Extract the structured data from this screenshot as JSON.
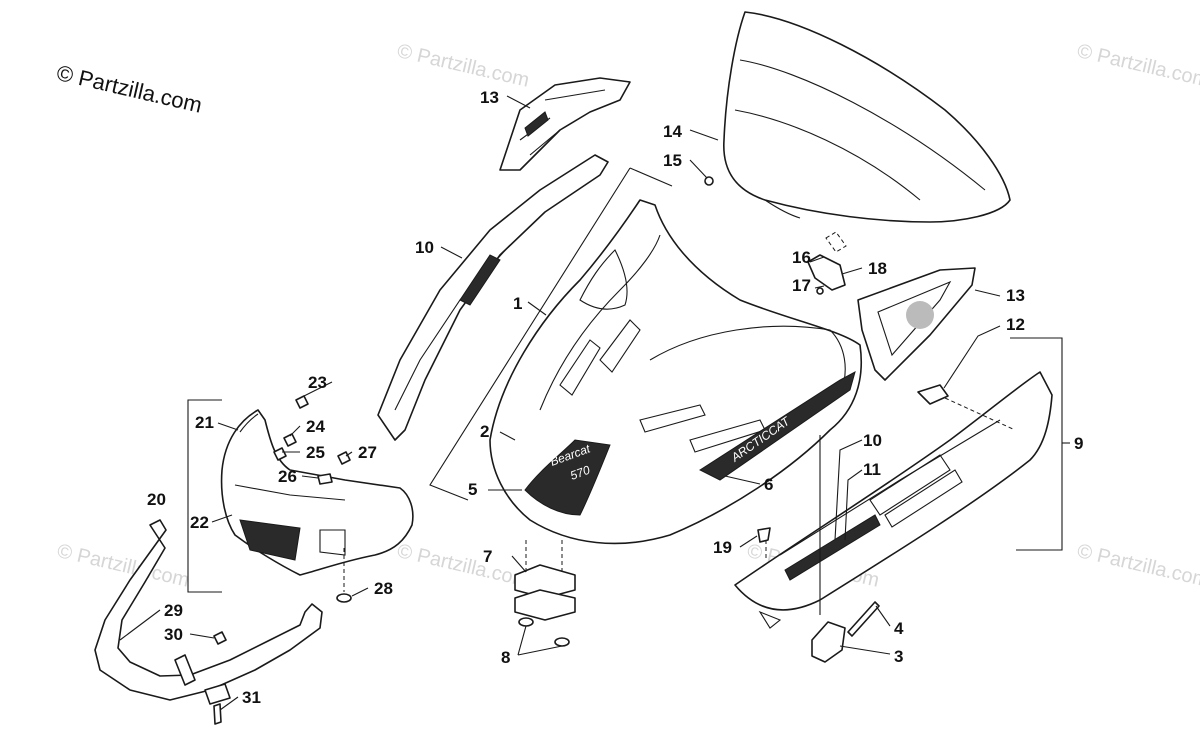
{
  "copyright": "© Partzilla.com",
  "watermark": "© Partzilla.com",
  "decals": {
    "hood_logo_line1": "Bearcat",
    "hood_logo_line2": "570",
    "side_logo": "ARCTICCAT"
  },
  "callouts": {
    "c1": "1",
    "c2": "2",
    "c3": "3",
    "c4": "4",
    "c5": "5",
    "c6": "6",
    "c7": "7",
    "c8": "8",
    "c9": "9",
    "c10a": "10",
    "c10b": "10",
    "c11": "11",
    "c12": "12",
    "c13a": "13",
    "c13b": "13",
    "c14": "14",
    "c15": "15",
    "c16": "16",
    "c17": "17",
    "c18": "18",
    "c19": "19",
    "c20": "20",
    "c21": "21",
    "c22": "22",
    "c23": "23",
    "c24": "24",
    "c25": "25",
    "c26": "26",
    "c27": "27",
    "c28": "28",
    "c29": "29",
    "c30": "30",
    "c31": "31"
  }
}
